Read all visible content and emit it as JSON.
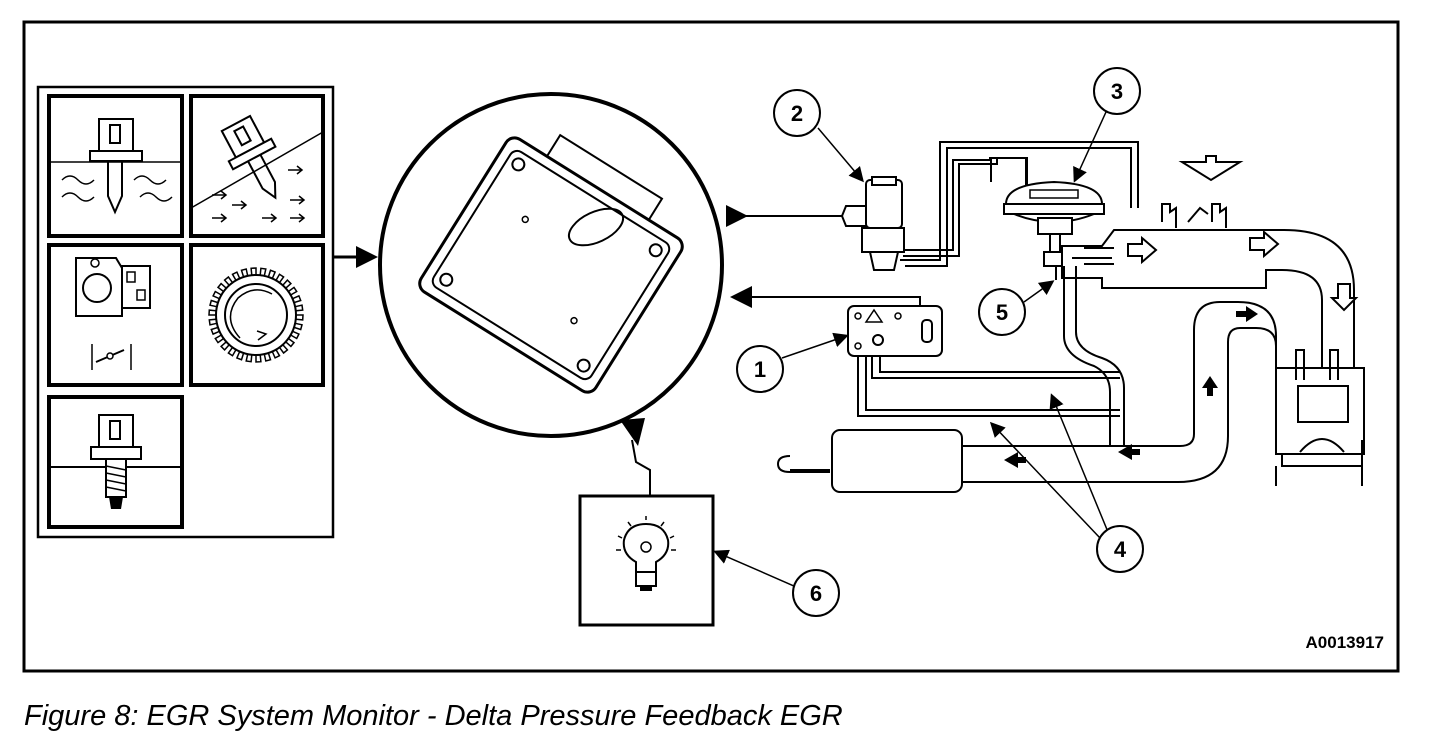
{
  "figure": {
    "caption": "Figure 8: EGR System Monitor - Delta Pressure Feedback EGR",
    "code": "A0013917"
  },
  "callouts": [
    {
      "id": "1",
      "label": "1"
    },
    {
      "id": "2",
      "label": "2"
    },
    {
      "id": "3",
      "label": "3"
    },
    {
      "id": "4",
      "label": "4"
    },
    {
      "id": "5",
      "label": "5"
    },
    {
      "id": "6",
      "label": "6"
    }
  ]
}
